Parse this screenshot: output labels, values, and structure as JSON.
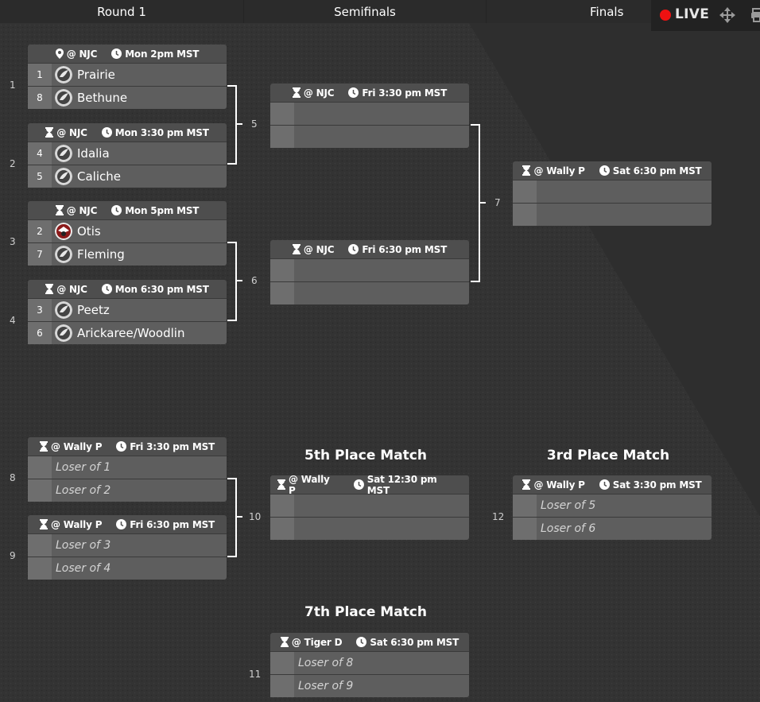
{
  "header": {
    "rounds": [
      "Round 1",
      "Semifinals",
      "Finals"
    ],
    "live_label": "LIVE",
    "colors": {
      "live_dot": "#e11d1d",
      "background": "#2d2d2d",
      "match_header": "#4e4e4e",
      "row": "#5e5e5e",
      "seed_cell": "#6e6e6e"
    }
  },
  "matches": {
    "m1": {
      "number": "1",
      "location": "@ NJC",
      "time": "Mon 2pm MST",
      "teams": [
        {
          "seed": "1",
          "name": "Prairie"
        },
        {
          "seed": "8",
          "name": "Bethune"
        }
      ]
    },
    "m2": {
      "number": "2",
      "location": "@ NJC",
      "time": "Mon 3:30 pm MST",
      "teams": [
        {
          "seed": "4",
          "name": "Idalia"
        },
        {
          "seed": "5",
          "name": "Caliche"
        }
      ]
    },
    "m3": {
      "number": "3",
      "location": "@ NJC",
      "time": "Mon 5pm MST",
      "teams": [
        {
          "seed": "2",
          "name": "Otis"
        },
        {
          "seed": "7",
          "name": "Fleming"
        }
      ]
    },
    "m4": {
      "number": "4",
      "location": "@ NJC",
      "time": "Mon 6:30 pm MST",
      "teams": [
        {
          "seed": "3",
          "name": "Peetz"
        },
        {
          "seed": "6",
          "name": "Arickaree/Woodlin"
        }
      ]
    },
    "m5": {
      "number": "5",
      "location": "@ NJC",
      "time": "Fri 3:30 pm MST"
    },
    "m6": {
      "number": "6",
      "location": "@ NJC",
      "time": "Fri 6:30 pm MST"
    },
    "m7": {
      "number": "7",
      "location": "@ Wally P",
      "time": "Sat 6:30 pm MST"
    },
    "m8": {
      "number": "8",
      "location": "@ Wally P",
      "time": "Fri 3:30 pm MST",
      "teams": [
        {
          "name": "Loser of 1"
        },
        {
          "name": "Loser of 2"
        }
      ]
    },
    "m9": {
      "number": "9",
      "location": "@ Wally P",
      "time": "Fri 6:30 pm MST",
      "teams": [
        {
          "name": "Loser of 3"
        },
        {
          "name": "Loser of 4"
        }
      ]
    },
    "m10": {
      "number": "10",
      "title": "5th Place Match",
      "location": "@ Wally P",
      "time": "Sat 12:30 pm MST"
    },
    "m11": {
      "number": "11",
      "title": "7th Place Match",
      "location": "@ Tiger D",
      "time": "Sat 6:30 pm MST",
      "teams": [
        {
          "name": "Loser of 8"
        },
        {
          "name": "Loser of 9"
        }
      ]
    },
    "m12": {
      "number": "12",
      "title": "3rd Place Match",
      "location": "@ Wally P",
      "time": "Sat 3:30 pm MST",
      "teams": [
        {
          "name": "Loser of 5"
        },
        {
          "name": "Loser of 6"
        }
      ]
    }
  }
}
